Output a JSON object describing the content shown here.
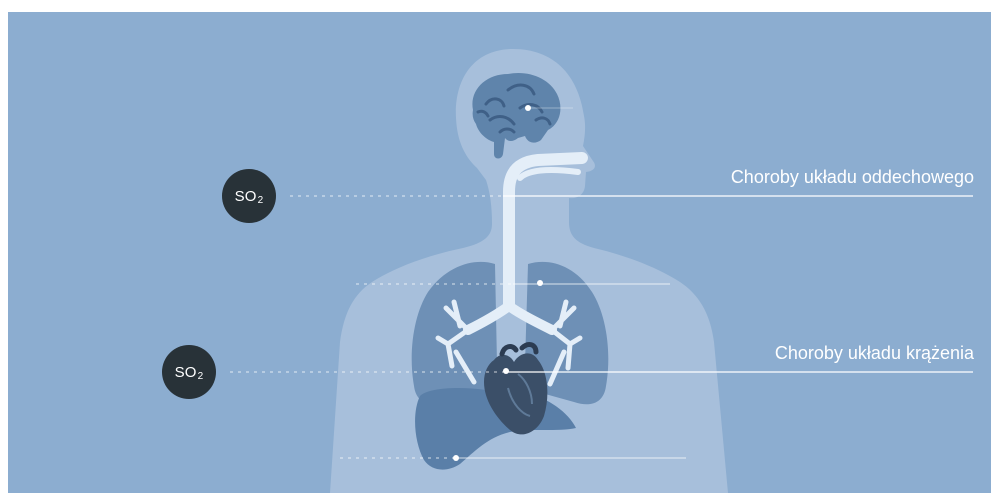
{
  "diagram": {
    "labels": {
      "respiratory": "Choroby układu oddechowego",
      "circulatory": "Choroby układu krążenia"
    },
    "pollutants": [
      {
        "text": "SO",
        "subscript": "2"
      },
      {
        "text": "SO",
        "subscript": "2"
      }
    ]
  },
  "colors": {
    "background": "#8cadd0",
    "body_silhouette": "#a8c0dc",
    "organ": "#6d8fb5",
    "heart": "#3a4e66",
    "airway": "#e3eef8",
    "badge": "#283238",
    "line": "#ffffff"
  }
}
